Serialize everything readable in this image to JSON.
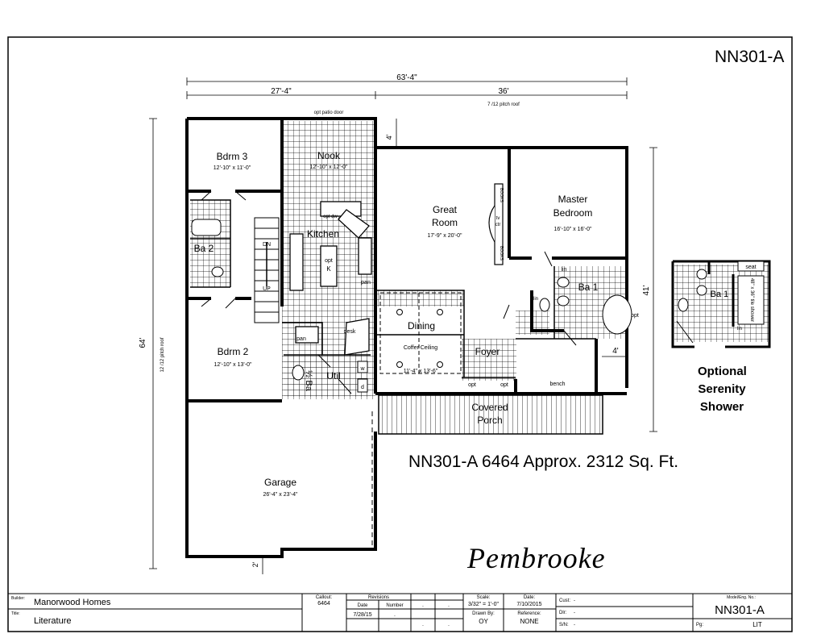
{
  "header": {
    "model_code": "NN301-A"
  },
  "dimensions": {
    "overall_width": "63'-4\"",
    "left_width": "27'-4\"",
    "right_width": "36'",
    "roof_pitch_right": "7 /12 pitch roof",
    "opt_patio": "opt patio door",
    "depth": "64'",
    "roof_pitch_left": "12 /12 pitch roof",
    "right_depth": "41'",
    "jog_top": "4'",
    "jog_bottom": "4'",
    "garage_jog": "2'"
  },
  "rooms": {
    "bdrm3": {
      "name": "Bdrm 3",
      "size": "12'-10\" x 11'-0\""
    },
    "nook": {
      "name": "Nook",
      "size": "12'-10\" x 12'-0\""
    },
    "great_room": {
      "name1": "Great",
      "name2": "Room",
      "size": "17'-9\" x 20'-0\""
    },
    "master": {
      "name1": "Master",
      "name2": "Bedroom",
      "size": "16'-10\" x 16'-0\""
    },
    "kitchen": {
      "name": "Kitchen"
    },
    "ba2": {
      "name": "Ba 2"
    },
    "ba1": {
      "name": "Ba 1"
    },
    "dining": {
      "name": "Dining",
      "coffer": "Coffer Ceiling",
      "size": "11'-4\" x 13'-6\""
    },
    "foyer": {
      "name": "Foyer"
    },
    "bdrm2": {
      "name": "Bdrm 2",
      "size": "12'-10\" x 13'-0\""
    },
    "half_bath": {
      "name": "½ Ba"
    },
    "util": {
      "name": "Util"
    },
    "porch": {
      "name1": "Covered",
      "name2": "Porch"
    },
    "garage": {
      "name": "Garage",
      "size": "26'-4\" x 23'-4\""
    }
  },
  "fixtures": {
    "opt_dw": "opt dw",
    "opt_k": "opt",
    "k": "K",
    "pan": "pan",
    "pan2": "pan",
    "desk": "desk",
    "dn": "DN",
    "up": "UP",
    "lin": "lin",
    "lin2": "lin",
    "opt_tub": "opt",
    "opt_door1": "opt",
    "opt_door2": "opt",
    "bench": "bench",
    "tv": "tv",
    "ctr": "ctr",
    "books1": "BOOKS",
    "books2": "BOOKS",
    "w": "w",
    "d": "d",
    "seat": "seat",
    "shower": "48\" x 36\" tile shower",
    "opt_ba1": "Ba 1",
    "opt_lin": "lin"
  },
  "optional": {
    "line1": "Optional",
    "line2": "Serenity",
    "line3": "Shower"
  },
  "area_label": "NN301-A 6464  Approx. 2312 Sq. Ft.",
  "plan_name": "Pembrooke",
  "title_block": {
    "builder_label": "Builder:",
    "builder": "Manorwood Homes",
    "title_label": "Title:",
    "title": "Literature",
    "callout_label": "Callout:",
    "callout": "6464",
    "revisions_label": "Revisions",
    "date_label": "Date",
    "number_label": "Number",
    "rev_date": "7/28/15",
    "scale_label": "Scale:",
    "scale": "3/32\" = 1'-0\"",
    "date2_label": "Date:",
    "date2": "7/10/2015",
    "drawn_label": "Drawn By:",
    "drawn": "OY",
    "ref_label": "Reference:",
    "ref": "NONE",
    "cust_label": "Cust:",
    "cust": "-",
    "dlr_label": "Dlr:",
    "dlr": "-",
    "sn_label": "S/N:",
    "sn": "-",
    "model_label": "Model/Eng. No.:",
    "model": "NN301-A",
    "pg_label": "Pg:",
    "pg": "LIT",
    "dot": "."
  }
}
